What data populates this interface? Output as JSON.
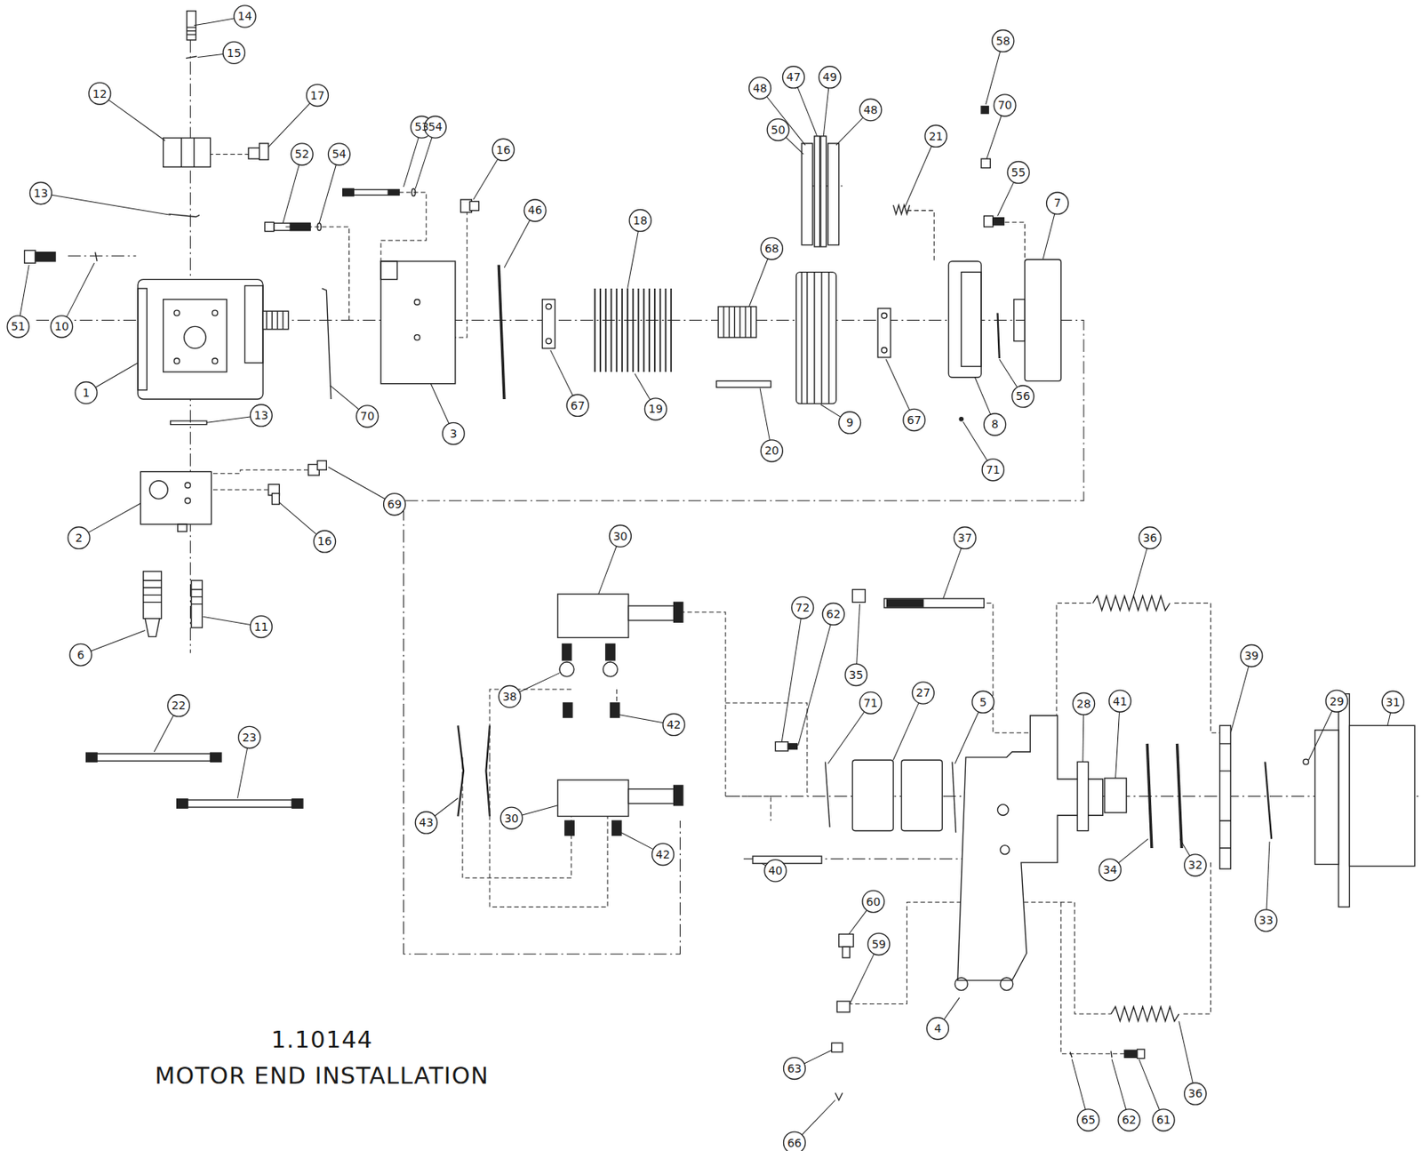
{
  "diagram": {
    "title": "MOTOR END INSTALLATION",
    "labels": [
      "1.10144",
      "14",
      "15",
      "12",
      "17",
      "13",
      "53",
      "54",
      "52",
      "54",
      "16",
      "46",
      "18",
      "48",
      "47",
      "49",
      "48",
      "50",
      "58",
      "70",
      "21",
      "55",
      "7",
      "51",
      "10",
      "1",
      "70",
      "3",
      "67",
      "19",
      "68",
      "20",
      "9",
      "67",
      "56",
      "8",
      "71",
      "69",
      "2",
      "16",
      "11",
      "6",
      "13",
      "22",
      "23",
      "30",
      "37",
      "36",
      "72",
      "62",
      "35",
      "38",
      "41",
      "28",
      "27",
      "71",
      "5",
      "39",
      "29",
      "31",
      "42",
      "30",
      "43",
      "42",
      "40",
      "34",
      "32",
      "33",
      "60",
      "59",
      "4",
      "63",
      "66",
      "65",
      "62",
      "61",
      "36"
    ]
  }
}
